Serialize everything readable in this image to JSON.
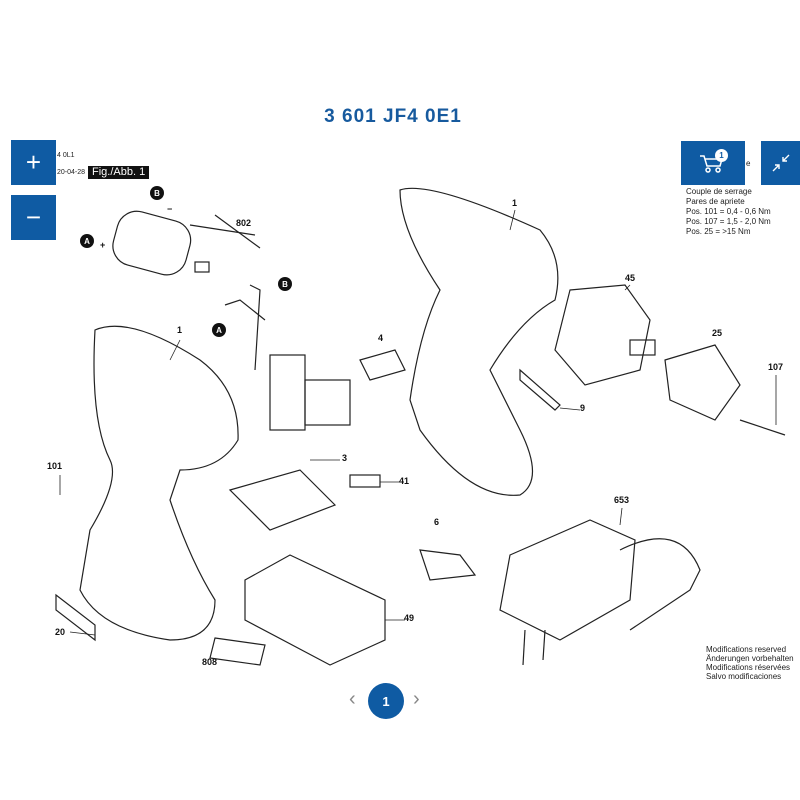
{
  "header": {
    "title": "3 601 JF4 0E1"
  },
  "doc": {
    "code_fragment": "4 0L1",
    "date_fragment": "20-04-28",
    "figure_label": "Fig./Abb. 1"
  },
  "controls": {
    "zoom_in": "+",
    "zoom_out": "−",
    "cart_badge": "1"
  },
  "torque": [
    "e",
    "Couple de serrage",
    "Pares de apriete",
    "Pos. 101  =  0,4  -  0,6 Nm",
    "Pos. 107  =  1,5  -  2,0 Nm",
    "Pos. 25    =  >15 Nm"
  ],
  "modifications": [
    "Modifications reserved",
    "Änderungen vorbehalten",
    "Modifications réservées",
    "Salvo modificaciones"
  ],
  "part_labels": {
    "p802": "802",
    "p1a": "1",
    "p101": "101",
    "p20": "20",
    "p808": "808",
    "p3": "3",
    "p41": "41",
    "p4": "4",
    "p6": "6",
    "p49": "49",
    "p1b": "1",
    "p45": "45",
    "p25": "25",
    "p107": "107",
    "p9": "9",
    "p653": "653"
  },
  "markers": {
    "b1": "B",
    "a1": "A",
    "b2": "B",
    "a2": "A",
    "plus": "+",
    "minus": "−"
  },
  "pagination": {
    "current": "1",
    "prev": "‹",
    "next": "›"
  }
}
